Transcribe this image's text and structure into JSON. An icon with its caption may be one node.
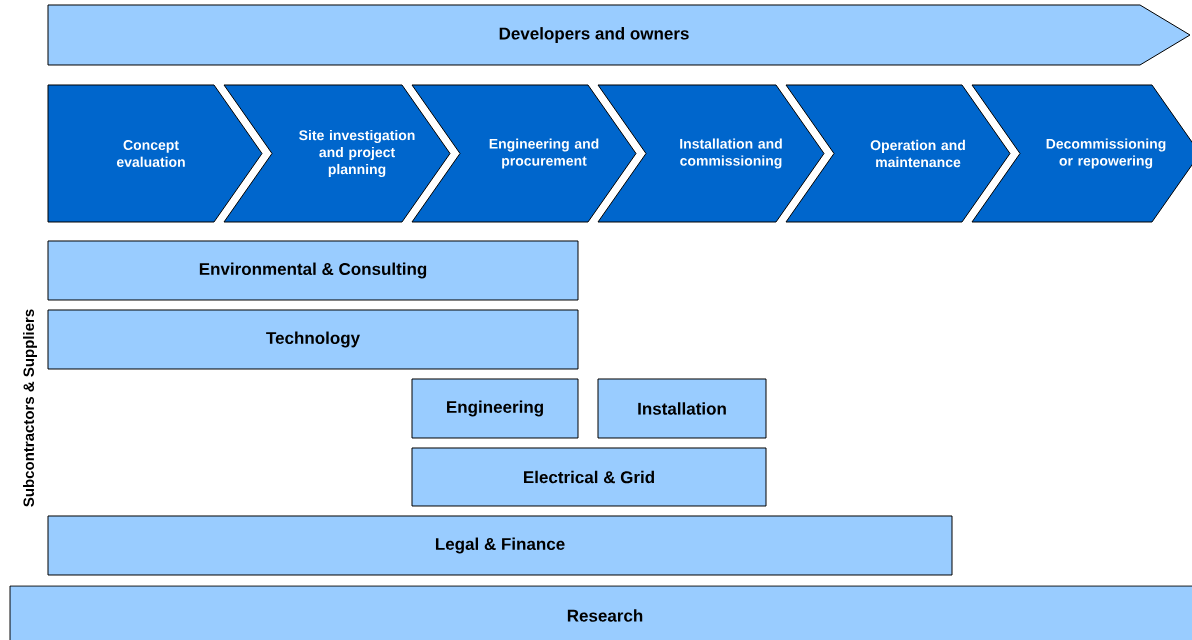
{
  "diagram": {
    "nodes": [
      {
        "text": [
          "Developers and owners"
        ]
      },
      {
        "text": [
          "Concept evaluation"
        ]
      },
      {
        "text": [
          "Site investigation and project planning"
        ]
      },
      {
        "text": [
          "Engineering and procurement"
        ]
      },
      {
        "text": [
          "Installation and commissioning"
        ]
      },
      {
        "text": [
          "Operation and maintenance"
        ]
      },
      {
        "text": [
          "Decommissioning or repowering"
        ]
      },
      {
        "text": [
          "Environmental & Consulting"
        ]
      },
      {
        "text": [
          "Technology"
        ]
      },
      {
        "text": [
          "Engineering"
        ]
      },
      {
        "text": [
          "Installation"
        ]
      },
      {
        "text": [
          "Electrical & Grid"
        ]
      },
      {
        "text": [
          "Legal & Finance"
        ]
      },
      {
        "text": [
          "Research"
        ]
      }
    ],
    "labels": [
      "Subcontractors & Suppliers"
    ]
  }
}
